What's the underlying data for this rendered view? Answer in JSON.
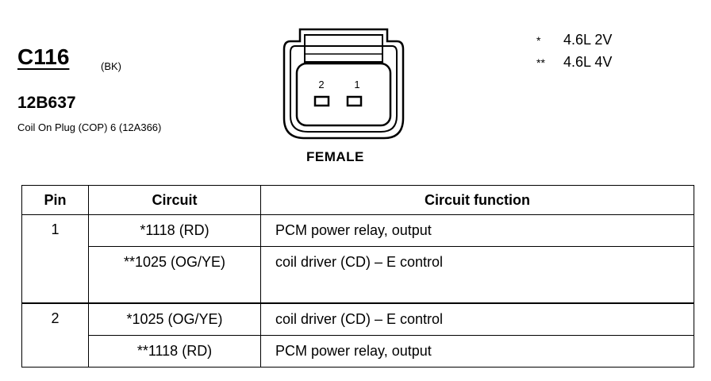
{
  "header": {
    "connector_id": "C116",
    "connector_color": "(BK)",
    "part_number": "12B637",
    "description": "Coil On Plug (COP) 6 (12A366)"
  },
  "connector_view": {
    "pin_labels": [
      "2",
      "1"
    ],
    "gender_label": "FEMALE"
  },
  "legend": [
    {
      "mark": "*",
      "text": "4.6L 2V"
    },
    {
      "mark": "**",
      "text": "4.6L 4V"
    }
  ],
  "table": {
    "headers": [
      "Pin",
      "Circuit",
      "Circuit function"
    ],
    "rows": [
      {
        "pin": "1",
        "circuit": "*1118 (RD)",
        "function": "PCM power relay, output"
      },
      {
        "pin": "",
        "circuit": "**1025 (OG/YE)",
        "function": "coil driver (CD) – E control"
      },
      {
        "pin": "2",
        "circuit": "*1025 (OG/YE)",
        "function": "coil driver (CD) – E control"
      },
      {
        "pin": "",
        "circuit": "**1118 (RD)",
        "function": "PCM power relay, output"
      }
    ]
  }
}
